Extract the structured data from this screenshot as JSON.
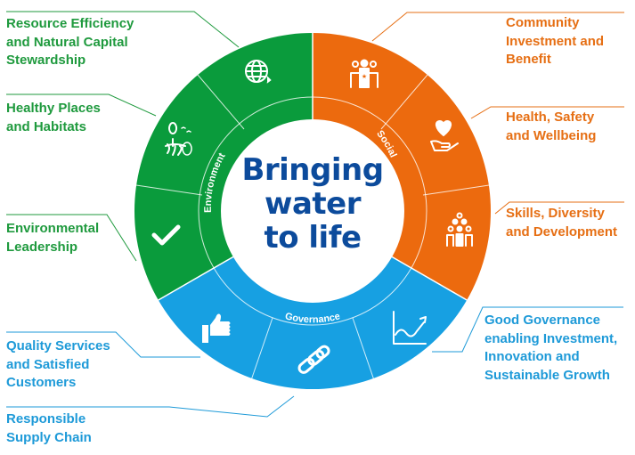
{
  "center_title": {
    "line1": "Bringing",
    "line2": "water",
    "line3": "to life"
  },
  "colors": {
    "environment": "#0a9b3c",
    "social": "#ec6a0e",
    "governance": "#17a0e2",
    "title": "#0c4b9c"
  },
  "pillars": [
    {
      "name": "Environment",
      "color": "#0a9b3c"
    },
    {
      "name": "Social",
      "color": "#ec6a0e"
    },
    {
      "name": "Governance",
      "color": "#17a0e2"
    }
  ],
  "topics": [
    {
      "label": "Resource Efficiency\nand Natural Capital\nStewardship",
      "pillar": "Environment",
      "icon": "globe-recycle-icon"
    },
    {
      "label": "Healthy Places\nand Habitats",
      "pillar": "Environment",
      "icon": "landscape-tree-icon"
    },
    {
      "label": "Environmental\nLeadership",
      "pillar": "Environment",
      "icon": "checkmark-icon"
    },
    {
      "label": "Community\nInvestment and\nBenefit",
      "pillar": "Social",
      "icon": "community-people-icon"
    },
    {
      "label": "Health, Safety\nand Wellbeing",
      "pillar": "Social",
      "icon": "heart-hand-icon"
    },
    {
      "label": "Skills, Diversity\nand Development",
      "pillar": "Social",
      "icon": "people-growth-icon"
    },
    {
      "label": "Quality Services\nand Satisfied\nCustomers",
      "pillar": "Governance",
      "icon": "thumbs-up-icon"
    },
    {
      "label": "Responsible\nSupply Chain",
      "pillar": "Governance",
      "icon": "chain-link-icon"
    },
    {
      "label": "Good Governance\nenabling Investment,\nInnovation and\nSustainable Growth",
      "pillar": "Governance",
      "icon": "growth-chart-icon"
    }
  ]
}
